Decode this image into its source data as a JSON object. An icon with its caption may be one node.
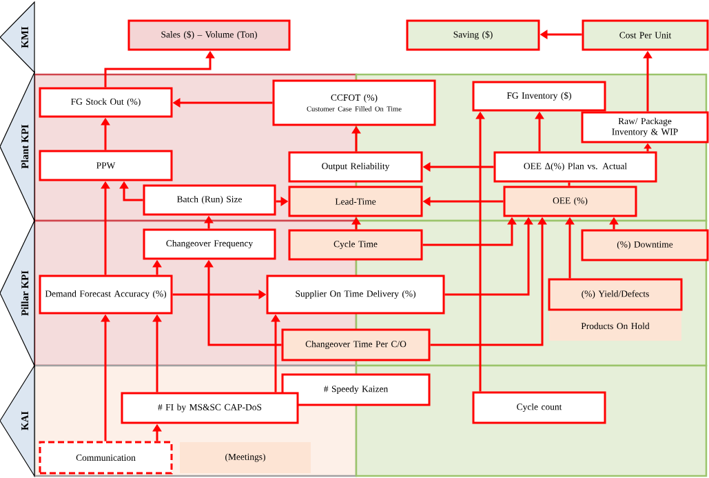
{
  "diagram": {
    "nodes": [
      {
        "text": [
          "KMI"
        ]
      },
      {
        "text": [
          "Plant  KPI"
        ]
      },
      {
        "text": [
          "Pillar KPI"
        ]
      },
      {
        "text": [
          "KAI"
        ]
      },
      {
        "text": [
          "Sales ($) – Volume (Ton)"
        ]
      },
      {
        "text": [
          "Saving ($)"
        ]
      },
      {
        "text": [
          "Cost Per Unit"
        ]
      },
      {
        "text": [
          "FG Stock Out (%)"
        ]
      },
      {
        "text": [
          "CCFOT (%)",
          "Customer Case Filled On Time"
        ]
      },
      {
        "text": [
          "FG Inventory ($)"
        ]
      },
      {
        "text": [
          "Raw/ Package Inventory & WIP"
        ]
      },
      {
        "text": [
          "PPW"
        ]
      },
      {
        "text": [
          "Output Reliability"
        ]
      },
      {
        "text": [
          "OEE Δ(%) Plan vs. Actual"
        ]
      },
      {
        "text": [
          "Batch (Run) Size"
        ]
      },
      {
        "text": [
          "Lead-Time"
        ]
      },
      {
        "text": [
          "OEE (%)"
        ]
      },
      {
        "text": [
          "Changeover Frequency"
        ]
      },
      {
        "text": [
          "Cycle Time"
        ]
      },
      {
        "text": [
          "(%) Downtime"
        ]
      },
      {
        "text": [
          "Demand Forecast Accuracy (%)"
        ]
      },
      {
        "text": [
          "Supplier On Time Delivery (%)"
        ]
      },
      {
        "text": [
          "(%) Yield/Defects"
        ]
      },
      {
        "text": [
          "Products On Hold"
        ]
      },
      {
        "text": [
          "Changeover Time Per C/O"
        ]
      },
      {
        "text": [
          "# Speedy Kaizen"
        ]
      },
      {
        "text": [
          "# FI by MS&SC CAP-DoS"
        ]
      },
      {
        "text": [
          "Cycle count"
        ]
      },
      {
        "text": [
          "Communication"
        ]
      },
      {
        "text": [
          "(Meetings)"
        ]
      }
    ],
    "edges": [
      {
        "from": 7,
        "to": 4,
        "arrow": "to"
      },
      {
        "from": 8,
        "to": 7,
        "arrow": "to"
      },
      {
        "from": 11,
        "to": 7,
        "arrow": "to"
      },
      {
        "from": 12,
        "to": 8,
        "arrow": "to"
      },
      {
        "from": 18,
        "to": 15,
        "arrow": "to"
      },
      {
        "from": 14,
        "to": 15,
        "arrow": "to"
      },
      {
        "from": 14,
        "to": 11,
        "arrow": "to"
      },
      {
        "from": 17,
        "to": 14,
        "arrow": "to"
      },
      {
        "from": 20,
        "to": 11,
        "arrow": "to"
      },
      {
        "from": 20,
        "to": 17,
        "arrow": "to"
      },
      {
        "from": 20,
        "to": 21,
        "arrow": "to"
      },
      {
        "from": 24,
        "to": 17,
        "arrow": "to"
      },
      {
        "from": 26,
        "to": 21,
        "arrow": "to"
      },
      {
        "from": 26,
        "to": 20,
        "arrow": "to"
      },
      {
        "from": 28,
        "to": 20,
        "arrow": "to"
      },
      {
        "from": 28,
        "to": 26,
        "arrow": "to"
      },
      {
        "from": 13,
        "to": 12,
        "arrow": "to"
      },
      {
        "from": 13,
        "to": 9,
        "arrow": "to"
      },
      {
        "from": 16,
        "to": 15,
        "arrow": "to"
      },
      {
        "from": 16,
        "to": 13,
        "arrow": "none"
      },
      {
        "from": 13,
        "to": 10,
        "arrow": "to"
      },
      {
        "from": 10,
        "to": 6,
        "arrow": "to"
      },
      {
        "from": 6,
        "to": 5,
        "arrow": "to"
      },
      {
        "from": 27,
        "to": 9,
        "arrow": "to"
      },
      {
        "from": 18,
        "to": 16,
        "arrow": "to"
      },
      {
        "from": 21,
        "to": 16,
        "arrow": "to"
      },
      {
        "from": 24,
        "to": 16,
        "arrow": "to"
      },
      {
        "from": 22,
        "to": 16,
        "arrow": "to"
      },
      {
        "from": 19,
        "to": 16,
        "arrow": "to"
      }
    ]
  }
}
